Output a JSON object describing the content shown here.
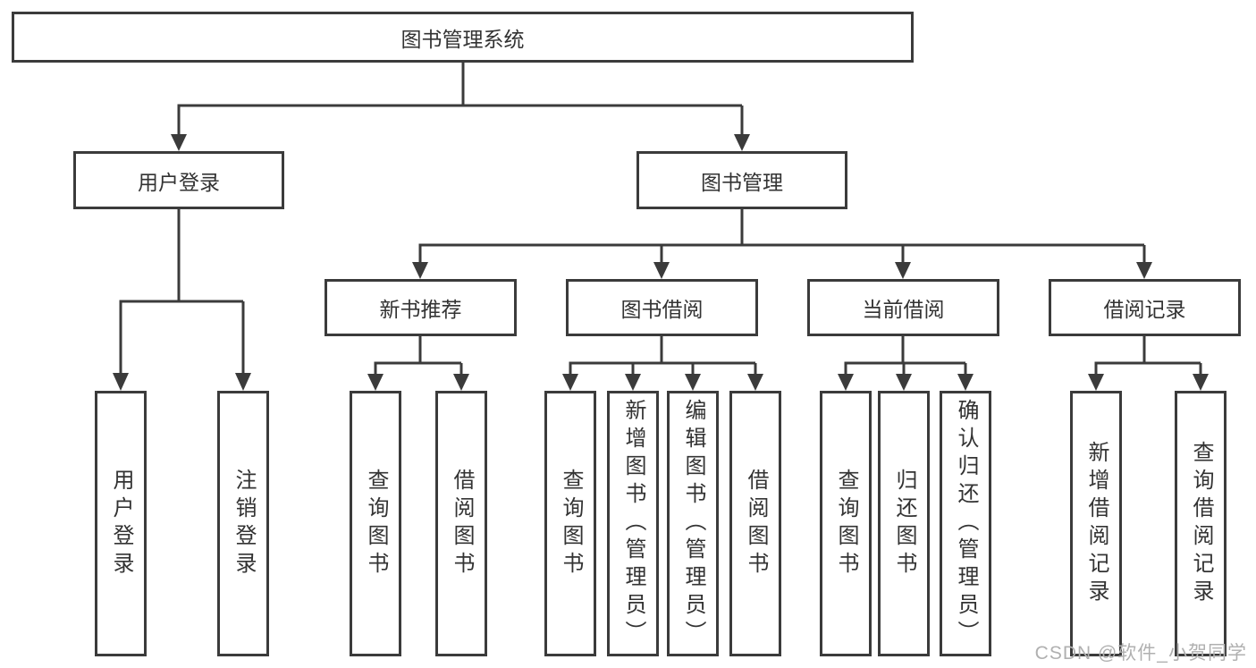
{
  "colors": {
    "line": "#3b3b3b",
    "box_border": "#3b3b3b",
    "text": "#333333",
    "background": "#ffffff",
    "watermark": "#b0b0b0"
  },
  "watermark": {
    "text": "CSDN @软件_小贺同学"
  },
  "tree": {
    "label": "图书管理系统",
    "children": [
      {
        "label": "用户登录",
        "children": [
          {
            "label": "用户登录"
          },
          {
            "label": "注销登录"
          }
        ]
      },
      {
        "label": "图书管理",
        "children": [
          {
            "label": "新书推荐",
            "children": [
              {
                "label": "查询图书"
              },
              {
                "label": "借阅图书"
              }
            ]
          },
          {
            "label": "图书借阅",
            "children": [
              {
                "label": "查询图书"
              },
              {
                "label": "新增图书（管理员）"
              },
              {
                "label": "编辑图书（管理员）"
              },
              {
                "label": "借阅图书"
              }
            ]
          },
          {
            "label": "当前借阅",
            "children": [
              {
                "label": "查询图书"
              },
              {
                "label": "归还图书"
              },
              {
                "label": "确认归还（管理员）"
              }
            ]
          },
          {
            "label": "借阅记录",
            "children": [
              {
                "label": "新增借阅记录"
              },
              {
                "label": "查询借阅记录"
              }
            ]
          }
        ]
      }
    ]
  }
}
